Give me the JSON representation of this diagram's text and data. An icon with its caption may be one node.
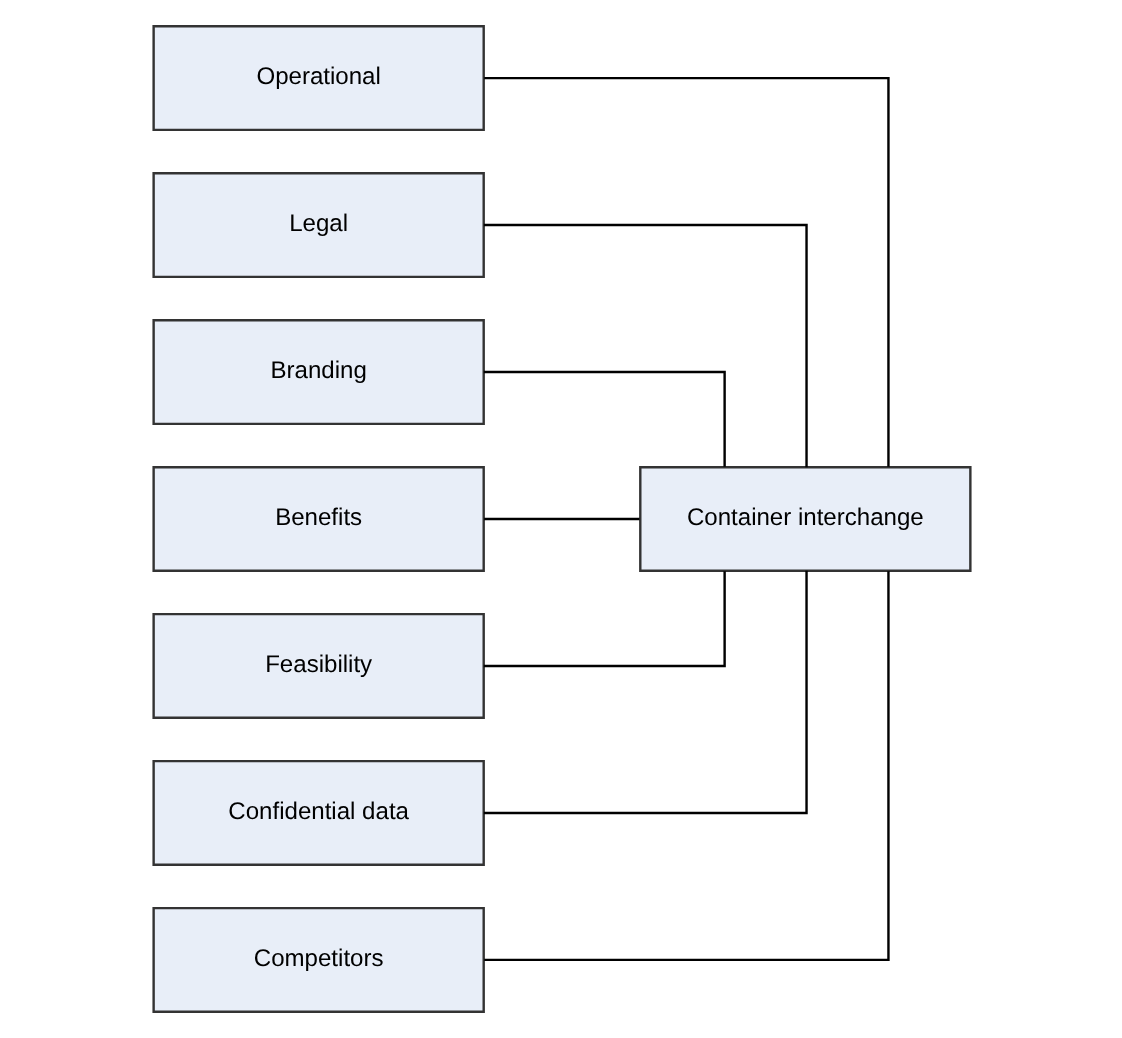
{
  "diagram": {
    "nodes": [
      {
        "text": [
          "Operational"
        ]
      },
      {
        "text": [
          "Legal"
        ]
      },
      {
        "text": [
          "Branding"
        ]
      },
      {
        "text": [
          "Benefits"
        ]
      },
      {
        "text": [
          "Feasibility"
        ]
      },
      {
        "text": [
          "Confidential data"
        ]
      },
      {
        "text": [
          "Competitors"
        ]
      },
      {
        "text": [
          "Container interchange"
        ]
      }
    ],
    "edges": [
      {
        "from": 0,
        "to": 7,
        "arrow": "none"
      },
      {
        "from": 1,
        "to": 7,
        "arrow": "none"
      },
      {
        "from": 2,
        "to": 7,
        "arrow": "none"
      },
      {
        "from": 3,
        "to": 7,
        "arrow": "none"
      },
      {
        "from": 4,
        "to": 7,
        "arrow": "none"
      },
      {
        "from": 5,
        "to": 7,
        "arrow": "none"
      },
      {
        "from": 6,
        "to": 7,
        "arrow": "none"
      }
    ]
  }
}
